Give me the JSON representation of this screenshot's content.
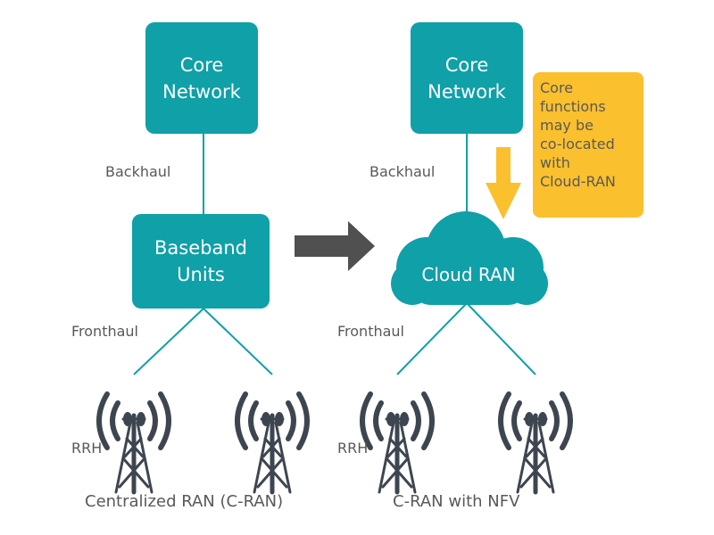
{
  "colors": {
    "teal": "#0fa0a8",
    "yellow": "#fbc02d",
    "arrow": "#505050",
    "icon": "#3d4650",
    "text": "#595959"
  },
  "left": {
    "core_line1": "Core",
    "core_line2": "Network",
    "backhaul": "Backhaul",
    "bbu_line1": "Baseband",
    "bbu_line2": "Units",
    "fronthaul": "Fronthaul",
    "rrh": "RRH",
    "caption": "Centralized RAN (C-RAN)"
  },
  "right": {
    "core_line1": "Core",
    "core_line2": "Network",
    "backhaul": "Backhaul",
    "cloud": "Cloud RAN",
    "fronthaul": "Fronthaul",
    "rrh": "RRH",
    "caption": "C-RAN with NFV"
  },
  "note": {
    "lines": [
      "Core",
      "functions",
      "may be",
      "co-located",
      "with",
      "Cloud-RAN"
    ]
  },
  "icons": {
    "tower": "radio-tower-icon",
    "arrow": "right-arrow-icon",
    "down_arrow": "down-arrow-icon",
    "cloud": "cloud-icon"
  }
}
